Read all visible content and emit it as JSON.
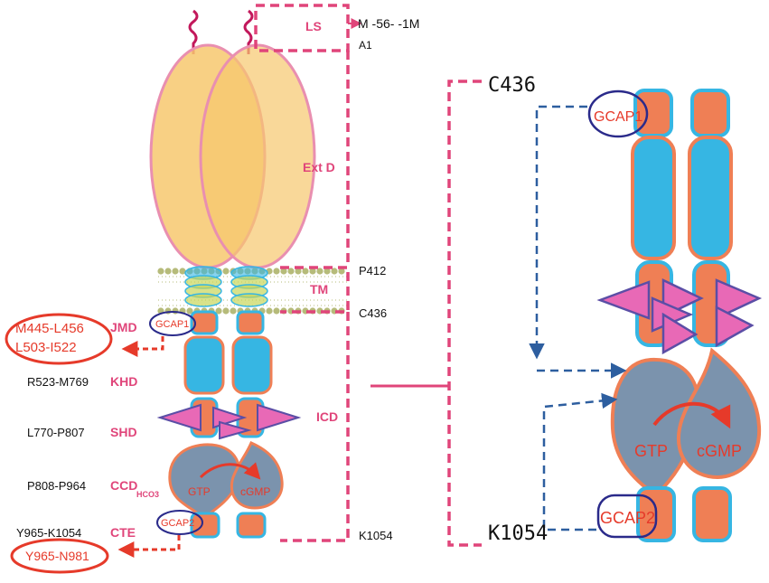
{
  "colors": {
    "membrane": "#b6bb7a",
    "domain_label": "#e0457a",
    "extracellular": "#f7c86e",
    "cyan": "#36b6e3",
    "orange": "#ef7f55",
    "catalytic": "#7b93ad",
    "triangle": "#e869b6",
    "gcap_outline": "#2a2a8a",
    "arrow_red": "#e63a2a",
    "dashed_blue": "#2d5e9f"
  },
  "top": {
    "signal_range": "M -56- -1M",
    "start_residue": "A1"
  },
  "domains": {
    "ls": "LS",
    "extd": "Ext D",
    "tm": "TM",
    "icd": "ICD",
    "jmd": "JMD",
    "khd": "KHD",
    "shd": "SHD",
    "ccd": "CCD",
    "cte": "CTE"
  },
  "residues": {
    "p412": "P412",
    "c436": "C436",
    "k1054": "K1054",
    "khd_range": "R523-M769",
    "shd_range": "L770-P807",
    "ccd_range": "P808-P964",
    "cte_range": "Y965-K1054"
  },
  "binding": {
    "gcap1_left_line1": "M445-L456",
    "gcap1_left_line2": "L503-I522",
    "gcap2_left": "Y965-N981"
  },
  "labels": {
    "gcap1": "GCAP1",
    "gcap2": "GCAP2",
    "hco3": "HCO3",
    "gtp": "GTP",
    "cgmp": "cGMP"
  },
  "zoom": {
    "c436": "C436",
    "k1054": "K1054",
    "gcap1": "GCAP1",
    "gcap2": "GCAP2",
    "gtp": "GTP",
    "cgmp": "cGMP"
  }
}
